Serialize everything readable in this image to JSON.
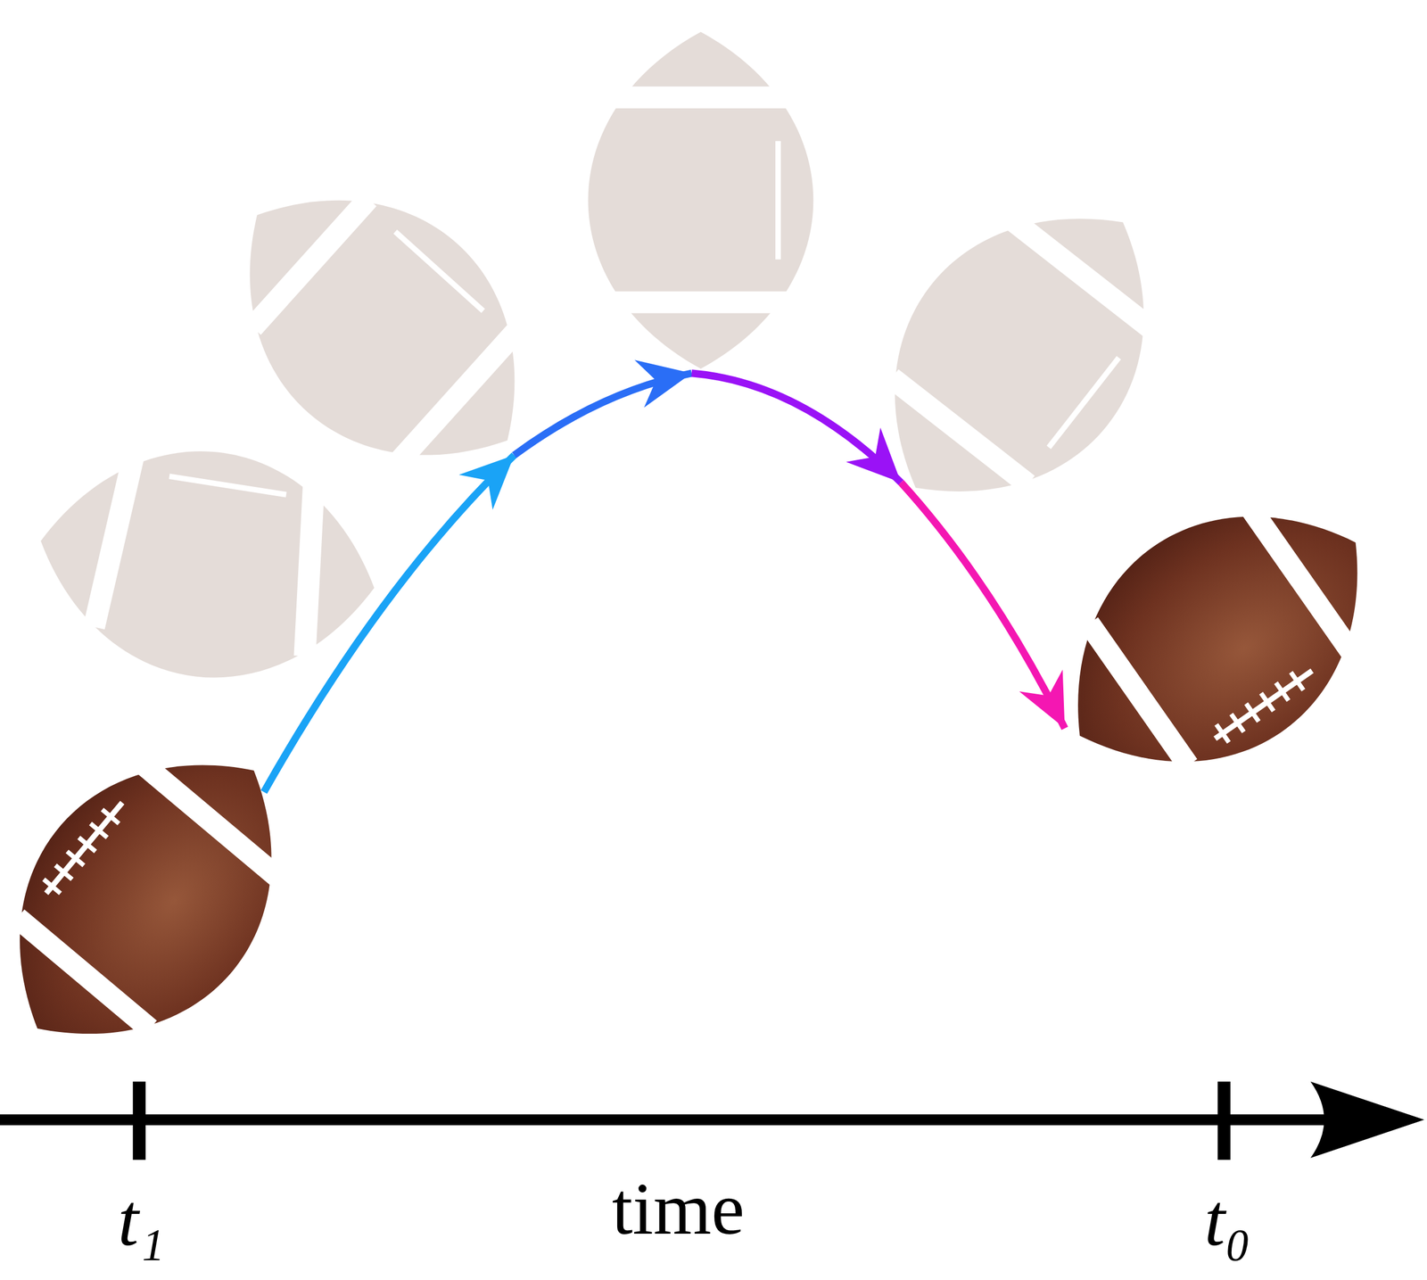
{
  "diagram": {
    "labels": [
      "t₁",
      "time",
      "t₀"
    ]
  }
}
